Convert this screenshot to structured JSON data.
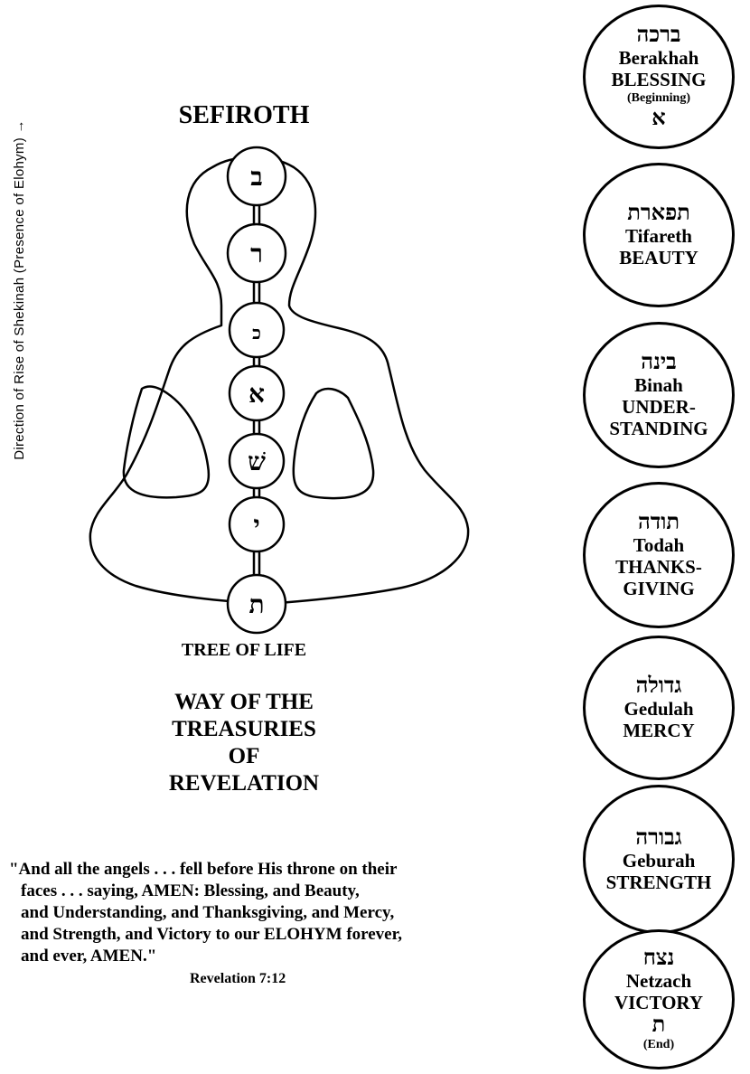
{
  "side_label": "Direction of Rise of Shekinah (Presence of Elohym) →",
  "title": "SEFIROTH",
  "spine_letters": [
    "ב",
    "ר",
    "כ",
    "א",
    "שׁ",
    "י",
    "ת"
  ],
  "tree_label": "TREE OF LIFE",
  "way_lines": [
    "WAY OF THE",
    "TREASURIES",
    "OF",
    "REVELATION"
  ],
  "quote_lines": [
    "\"And all the angels . . . fell before His throne on their",
    "faces . . . saying, AMEN: Blessing, and Beauty,",
    "and Understanding, and Thanksgiving, and Mercy,",
    "and Strength, and Victory to our ELOHYM forever,",
    "and ever, AMEN.\""
  ],
  "quote_ref": "Revelation 7:12",
  "sefirot": [
    {
      "hebrew": "ברכה",
      "name": "Berakhah",
      "english": "BLESSING",
      "note": "(Beginning)",
      "letter": "א"
    },
    {
      "hebrew": "תפארת",
      "name": "Tifareth",
      "english": "BEAUTY"
    },
    {
      "hebrew": "בינה",
      "name": "Binah",
      "english": "UNDER-",
      "english2": "STANDING"
    },
    {
      "hebrew": "תודה",
      "name": "Todah",
      "english": "THANKS-",
      "english2": "GIVING"
    },
    {
      "hebrew": "גדולה",
      "name": "Gedulah",
      "english": "MERCY"
    },
    {
      "hebrew": "גבורה",
      "name": "Geburah",
      "english": "STRENGTH"
    },
    {
      "hebrew": "נצח",
      "name": "Netzach",
      "english": "VICTORY",
      "letter": "ת",
      "note": "(End)"
    }
  ]
}
